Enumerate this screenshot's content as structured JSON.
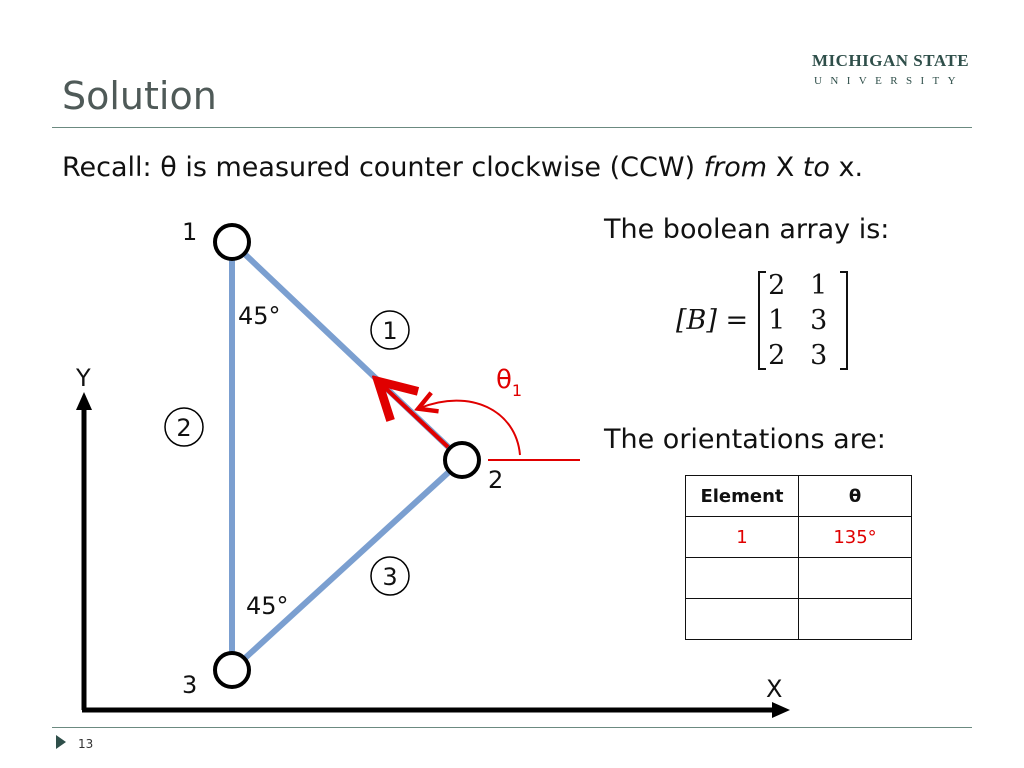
{
  "slide": {
    "title": "Solution",
    "page_number": "13"
  },
  "logo": {
    "line1": "MICHIGAN STATE",
    "line2": "UNIVERSITY"
  },
  "recall": {
    "prefix": "Recall:  θ is measured counter clockwise (CCW) ",
    "from": "from",
    "mid": " X ",
    "to": "to",
    "suffix": " x."
  },
  "diagram": {
    "node_labels": [
      "1",
      "2",
      "3"
    ],
    "element_labels": [
      "1",
      "2",
      "3"
    ],
    "angle_labels": [
      "45°",
      "45°"
    ],
    "theta_label": "θ",
    "theta_subscript": "1",
    "axis_x": "X",
    "axis_y": "Y",
    "colors": {
      "member": "#7b9fd0",
      "accent": "#e00000",
      "axis": "#000000"
    }
  },
  "boolean": {
    "heading": "The boolean array is:",
    "lhs": "[B] =",
    "rows": [
      [
        "2",
        "1"
      ],
      [
        "1",
        "3"
      ],
      [
        "2",
        "3"
      ]
    ]
  },
  "orientations": {
    "heading": "The orientations are:",
    "columns": [
      "Element",
      "θ"
    ],
    "rows": [
      [
        "1",
        "135°"
      ],
      [
        "",
        ""
      ],
      [
        "",
        ""
      ]
    ]
  }
}
